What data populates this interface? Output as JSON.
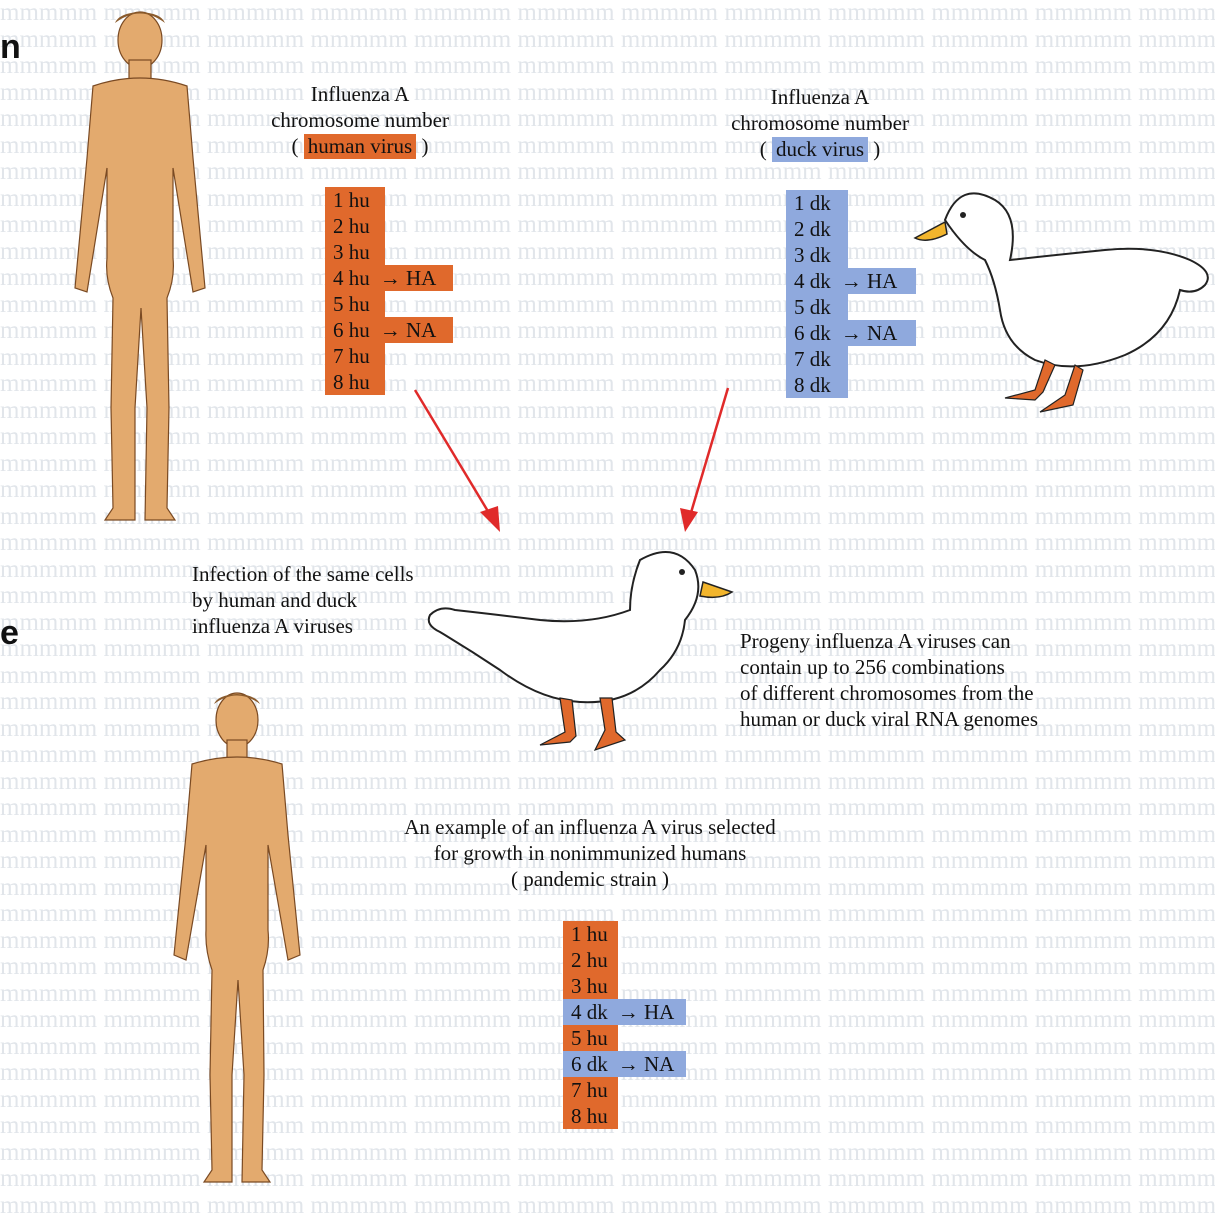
{
  "edge_letters": [
    "n",
    "e"
  ],
  "human_panel": {
    "title_line1": "Influenza A",
    "title_line2": "chromosome number",
    "paren_open": "(",
    "tag": "human virus",
    "paren_close": ")",
    "segments": [
      "1 hu",
      "2 hu",
      "3 hu",
      "4 hu",
      "5 hu",
      "6 hu",
      "7 hu",
      "8 hu"
    ],
    "arrow_ha": "→ HA",
    "arrow_na": "→ NA"
  },
  "duck_panel": {
    "title_line1": "Influenza A",
    "title_line2": "chromosome number",
    "paren_open": "(",
    "tag": "duck virus",
    "paren_close": ")",
    "segments": [
      "1 dk",
      "2 dk",
      "3 dk",
      "4 dk",
      "5 dk",
      "6 dk",
      "7 dk",
      "8 dk"
    ],
    "arrow_ha": "→ HA",
    "arrow_na": "→ NA"
  },
  "infection_label": [
    "Infection of the same cells",
    "by human and duck",
    "influenza A viruses"
  ],
  "progeny_label": [
    "Progeny influenza A viruses can",
    "contain up to 256 combinations",
    "of different chromosomes from the",
    "human or duck viral RNA genomes"
  ],
  "example_label": [
    "An example of an influenza A virus  selected",
    "for growth in nonimmunized humans",
    "( pandemic strain )"
  ],
  "pandemic_panel": {
    "segments": [
      "1 hu",
      "2 hu",
      "3 hu",
      "4 dk",
      "5 hu",
      "6 dk",
      "7 hu",
      "8 hu"
    ],
    "arrow_ha": "→ HA",
    "arrow_na": "→ NA"
  },
  "colors": {
    "human_segment": "#e0692c",
    "duck_segment": "#8fa9dd",
    "skin": "#e3aa6e",
    "arrow": "#e02a2a"
  }
}
